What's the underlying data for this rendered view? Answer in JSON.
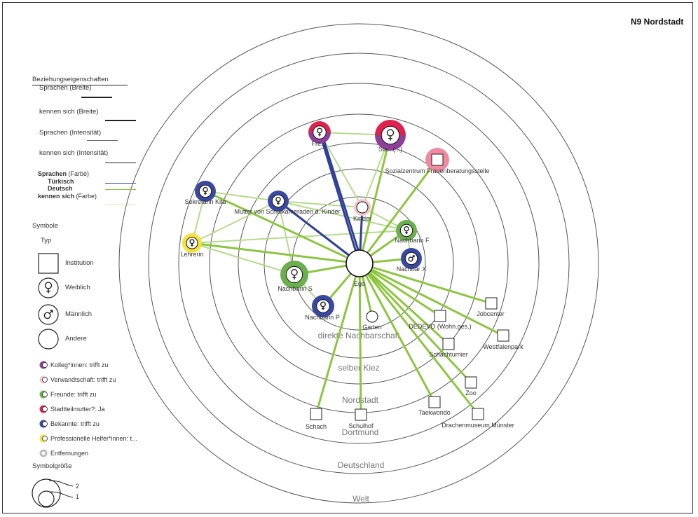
{
  "title": "N9 Nordstadt",
  "ring_labels": [
    "direkte Nachbarschaft",
    "selber Kiez",
    "Nordstadt",
    "Dortmund",
    "Deutschland",
    "Welt"
  ],
  "ego_label": "Ego",
  "legend": {
    "heading": "Beziehungseigenschaften",
    "rel_props": [
      {
        "label": "Sprachen (Breite)"
      },
      {
        "label": "kennen sich (Breite)"
      },
      {
        "label": "Sprachen (Intensität)"
      },
      {
        "label": "kennen sich (Intensität)"
      }
    ],
    "color_heading_1": "Sprachen",
    "color_heading_1_suffix": "(Farbe)",
    "color_items": [
      {
        "label": "Türkisch",
        "color": "#2f3f9a"
      },
      {
        "label": "Deutsch",
        "color": "#8cc63f"
      }
    ],
    "color_heading_2": "kennen sich",
    "color_heading_2_suffix": "(Farbe)",
    "symbols_heading": "Symbole",
    "type_heading": "Typ",
    "types": [
      {
        "label": "Institution"
      },
      {
        "label": "Weiblich"
      },
      {
        "label": "Männlich"
      },
      {
        "label": "Andere"
      }
    ],
    "attributes": [
      {
        "label": "Kolleg*innen: trifft zu",
        "color": "#8e3f9a"
      },
      {
        "label": "Verwandtschaft: trifft zu",
        "color": "#f4c6cc"
      },
      {
        "label": "Freunde: trifft zu",
        "color": "#6ab04c"
      },
      {
        "label": "Stadtteilmutter?: Ja",
        "color": "#e0224e"
      },
      {
        "label": "Bekannte: trifft zu",
        "color": "#3949a3"
      },
      {
        "label": "Professionelle Helfer*innen: t...",
        "color": "#f3e33b"
      },
      {
        "label": "Entfernungen",
        "color": "#bbbbbb"
      }
    ],
    "size_heading": "Symbolgröße",
    "size_labels": [
      "2",
      "1"
    ]
  },
  "nodes": [
    {
      "name": "Ego",
      "kind": "other"
    },
    {
      "name": "Fre...",
      "kind": "female",
      "colors": [
        "#e0224e",
        "#8e3f9a"
      ]
    },
    {
      "name": "Sta...(...)",
      "kind": "female",
      "colors": [
        "#e0224e",
        "#8e3f9a"
      ]
    },
    {
      "name": "Sozialzentrum Frauenberatungsstelle",
      "kind": "institution",
      "colors": [
        "#f08aa0"
      ]
    },
    {
      "name": "Sekretärin Kita",
      "kind": "female",
      "colors": [
        "#3949a3"
      ]
    },
    {
      "name": "Mutter von Schulkameraden d. Kinder",
      "kind": "female",
      "colors": [
        "#3949a3"
      ]
    },
    {
      "name": "Kinder",
      "kind": "other",
      "colors": [
        "#f4c6cc"
      ]
    },
    {
      "name": "Lehrerin",
      "kind": "female",
      "colors": [
        "#f3e33b"
      ]
    },
    {
      "name": "Nachbarin F",
      "kind": "female",
      "colors": [
        "#6ab04c"
      ]
    },
    {
      "name": "Nachbar X",
      "kind": "male",
      "colors": [
        "#3949a3"
      ]
    },
    {
      "name": "Nachbarin S",
      "kind": "female",
      "colors": [
        "#6ab04c"
      ]
    },
    {
      "name": "Nachbarin P",
      "kind": "female",
      "colors": [
        "#3949a3"
      ]
    },
    {
      "name": "Garten",
      "kind": "other"
    },
    {
      "name": "Jobcenter",
      "kind": "institution"
    },
    {
      "name": "DEDEVO (Wohn.ges.)",
      "kind": "institution"
    },
    {
      "name": "Westfalenpark",
      "kind": "institution"
    },
    {
      "name": "Schachturnier",
      "kind": "institution"
    },
    {
      "name": "Zoo",
      "kind": "institution"
    },
    {
      "name": "Taekwondo",
      "kind": "institution"
    },
    {
      "name": "Drachenmuseum Münster",
      "kind": "institution"
    },
    {
      "name": "Schulhof",
      "kind": "institution"
    },
    {
      "name": "Schach",
      "kind": "institution"
    }
  ],
  "colors": {
    "deutsch": "#8cc63f",
    "tuerkisch": "#2f3f9a",
    "ring": "#555555",
    "ring_label": "#777777"
  }
}
